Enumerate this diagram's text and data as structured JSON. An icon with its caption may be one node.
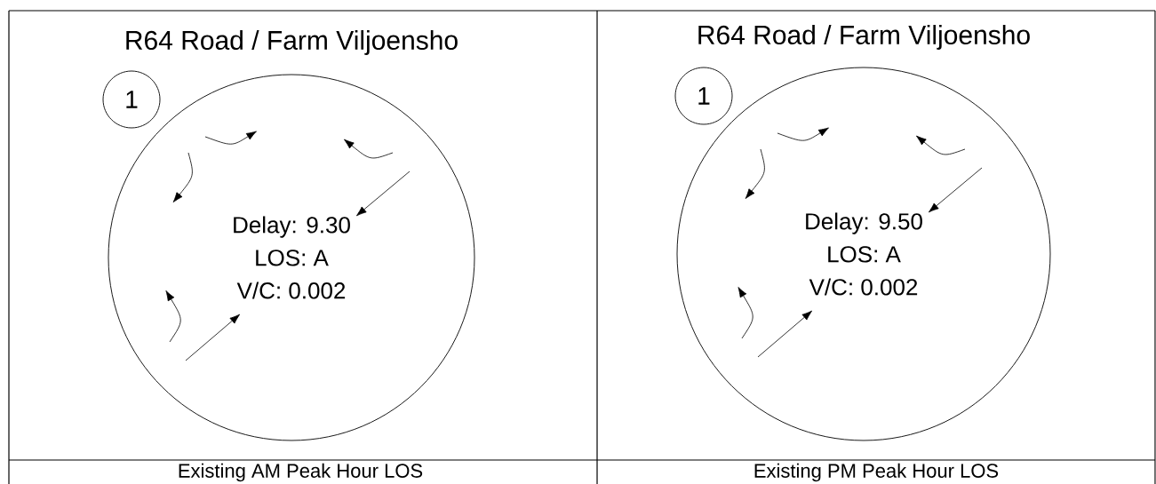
{
  "diagram": {
    "nodes": [
      {
        "text": [
          "1"
        ]
      },
      {
        "text": [
          "Delay: 9.30",
          "LOS: A",
          "V/C: 0.002"
        ]
      },
      {
        "text": [
          "1"
        ]
      },
      {
        "text": [
          "Delay: 9.50",
          "LOS: A",
          "V/C: 0.002"
        ]
      }
    ],
    "labels": [
      "R64 Road / Farm Viljoensho",
      "R64 Road / Farm Viljoensho",
      "Existing AM Peak Hour LOS",
      "Existing PM Peak Hour LOS"
    ]
  }
}
